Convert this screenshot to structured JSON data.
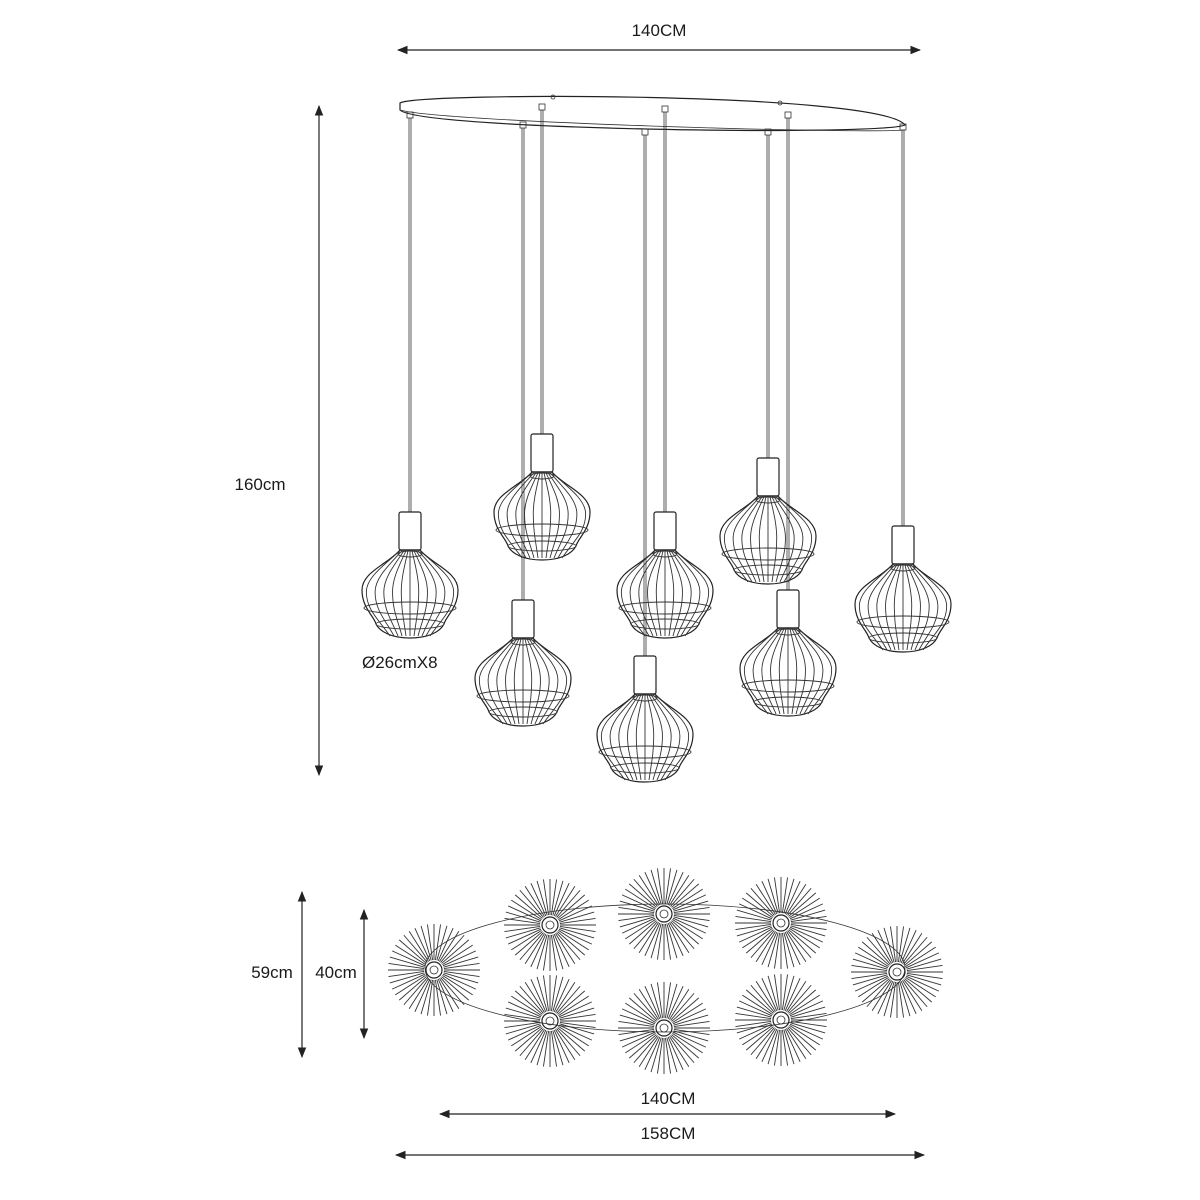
{
  "front_view": {
    "width_label": "140CM",
    "height_label": "160cm",
    "shade_label": "Ø26cmX8"
  },
  "top_view": {
    "outer_depth_label": "59cm",
    "inner_depth_label": "40cm",
    "inner_width_label": "140CM",
    "outer_width_label": "158CM"
  },
  "pendant_count": 8,
  "colors": {
    "line": "#222222",
    "background": "#ffffff"
  }
}
